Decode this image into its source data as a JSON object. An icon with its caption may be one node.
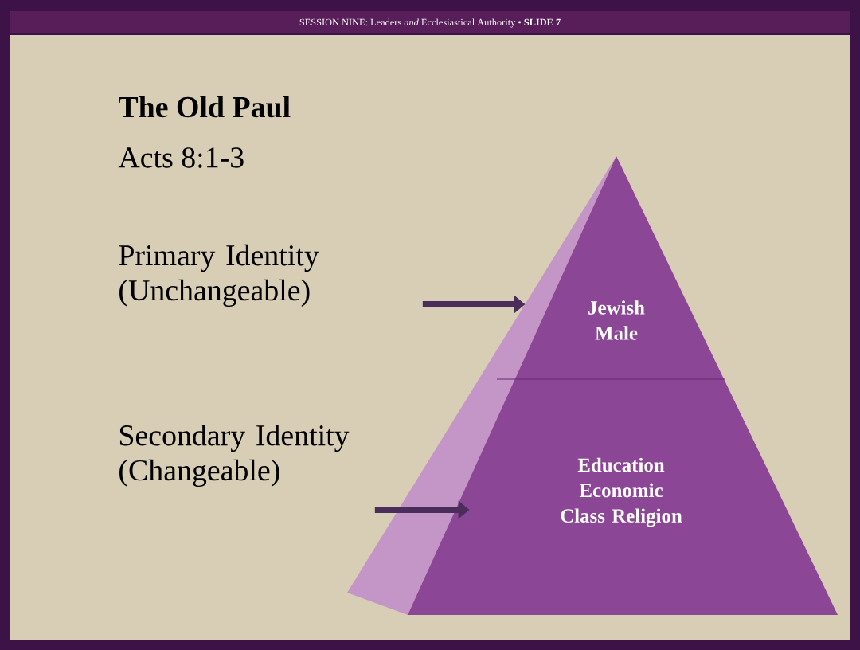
{
  "diagram": {
    "title": "SESSION NINE: Leaders *and* Ecclesiastical Authority • **SLIDE 7**",
    "nodes": [
      {
        "text": [
          "Primary Identity (Unchangeable)"
        ]
      },
      {
        "text": [
          "Secondary Identity (Changeable)"
        ]
      },
      {
        "text": [
          "Jewish Male"
        ]
      },
      {
        "text": [
          "Education Economic Class Religion"
        ]
      }
    ],
    "edges": [
      {
        "from": 0,
        "to": 2,
        "arrow": "to"
      },
      {
        "from": 1,
        "to": 3,
        "arrow": "to"
      }
    ],
    "labels": [
      "The Old Paul",
      "Acts 8:1-3"
    ]
  }
}
